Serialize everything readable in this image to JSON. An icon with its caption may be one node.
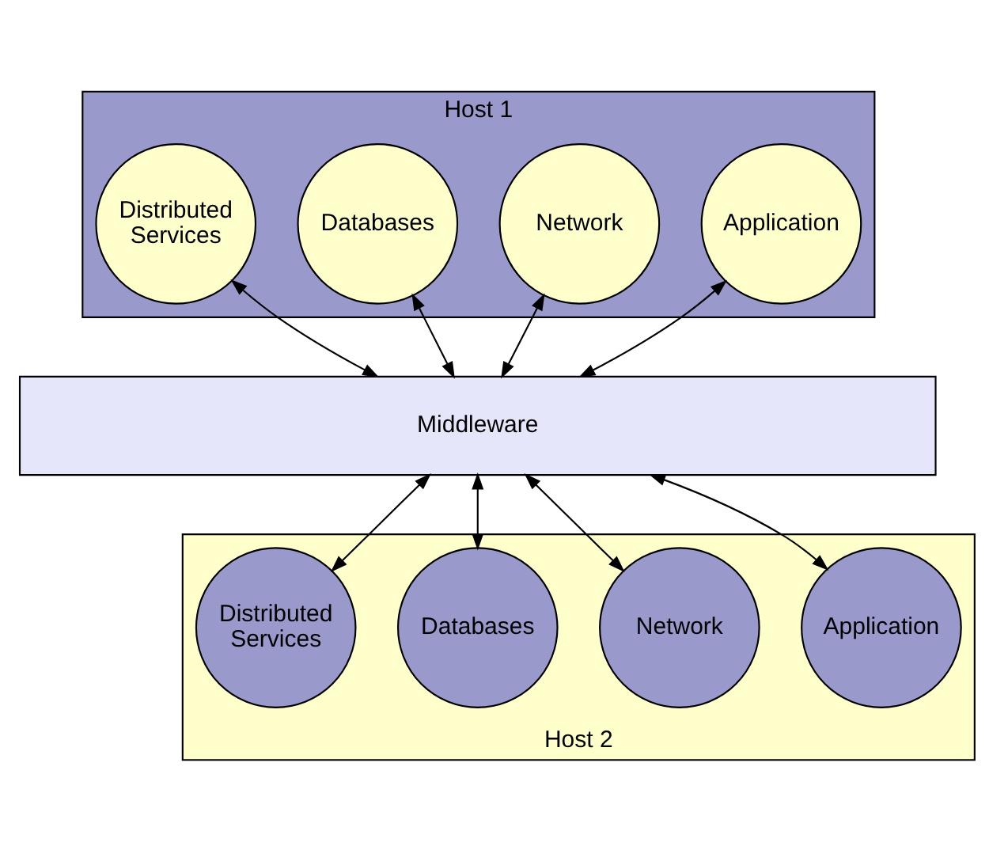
{
  "diagram": {
    "nodes": [
      {
        "text": [
          "Host 1"
        ]
      },
      {
        "text": [
          "Application"
        ],
        "in": 0
      },
      {
        "text": [
          "Network"
        ],
        "in": 0
      },
      {
        "text": [
          "Databases"
        ],
        "in": 0
      },
      {
        "text": [
          "Distributed Services"
        ],
        "in": 0
      },
      {
        "text": [
          "Middleware"
        ]
      },
      {
        "text": [
          "Host 2"
        ]
      },
      {
        "text": [
          "Application"
        ],
        "in": 6
      },
      {
        "text": [
          "Network"
        ],
        "in": 6
      },
      {
        "text": [
          "Databases"
        ],
        "in": 6
      },
      {
        "text": [
          "Distributed Services"
        ],
        "in": 6
      }
    ],
    "edges": [
      {
        "from": 1,
        "to": 5,
        "arrow": "both"
      },
      {
        "from": 2,
        "to": 5,
        "arrow": "both"
      },
      {
        "from": 3,
        "to": 5,
        "arrow": "both"
      },
      {
        "from": 4,
        "to": 5,
        "arrow": "both"
      },
      {
        "from": 5,
        "to": 7,
        "arrow": "both"
      },
      {
        "from": 5,
        "to": 8,
        "arrow": "both"
      },
      {
        "from": 5,
        "to": 9,
        "arrow": "both"
      },
      {
        "from": 5,
        "to": 10,
        "arrow": "both"
      }
    ]
  }
}
